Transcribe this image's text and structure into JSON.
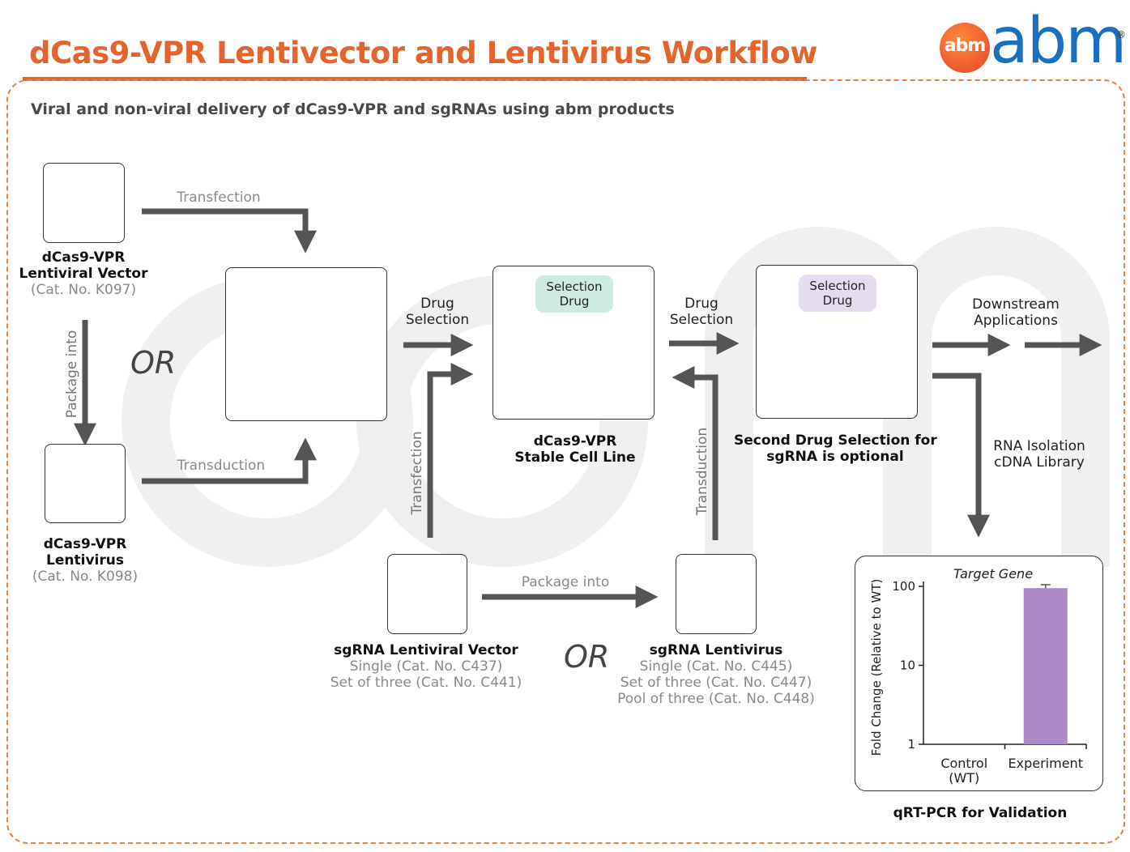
{
  "header": {
    "title": "dCas9-VPR Lentivector and Lentivirus Workflow",
    "subtitle": "Viral and non-viral delivery of dCas9-VPR and sgRNAs using abm products",
    "logo_badge": "abm",
    "logo_text": "abm",
    "registered_mark": "®"
  },
  "colors": {
    "accent": "#e5642b",
    "teal": "#4fbfa9",
    "purple": "#ab8ac6",
    "arrow": "#555555",
    "dish": "#f0a796",
    "medium": "#f27f8a"
  },
  "left_column": {
    "vector": {
      "name_line1": "dCas9-VPR",
      "name_line2": "Lentiviral Vector",
      "catalog": "(Cat. No. K097)"
    },
    "package_into": "Package into",
    "or": "OR",
    "virus": {
      "name_line1": "dCas9-VPR",
      "name_line2": "Lentivirus",
      "catalog": "(Cat. No. K098)"
    },
    "transfection": "Transfection",
    "transduction": "Transduction"
  },
  "middle": {
    "drug_selection_1_line1": "Drug",
    "drug_selection_1_line2": "Selection",
    "selection_drug_1_line1": "Selection",
    "selection_drug_1_line2": "Drug",
    "stable_line_line1": "dCas9-VPR",
    "stable_line_line2": "Stable Cell Line",
    "transfection": "Transfection",
    "transduction": "Transduction",
    "drug_selection_2_line1": "Drug",
    "drug_selection_2_line2": "Selection",
    "selection_drug_2_line1": "Selection",
    "selection_drug_2_line2": "Drug",
    "second_selection_line1": "Second Drug Selection for",
    "second_selection_line2": "sgRNA is optional"
  },
  "bottom": {
    "sg_vector": {
      "name": "sgRNA Lentiviral Vector",
      "cat1": "Single (Cat. No. C437)",
      "cat2": "Set of three (Cat. No. C441)"
    },
    "package_into": "Package into",
    "or": "OR",
    "sg_virus": {
      "name": "sgRNA Lentivirus",
      "cat1": "Single (Cat. No. C445)",
      "cat2": "Set of three (Cat. No. C447)",
      "cat3": "Pool of three (Cat. No. C448)"
    }
  },
  "right": {
    "downstream_line1": "Downstream",
    "downstream_line2": "Applications",
    "rna_line1": "RNA Isolation",
    "rna_line2": "cDNA Library",
    "validation": "qRT-PCR for Validation"
  },
  "chart_data": {
    "type": "bar",
    "title": "Target Gene",
    "ylabel": "Fold Change (Relative to WT)",
    "xlabel": "",
    "yscale": "log",
    "ylim": [
      1,
      100
    ],
    "yticks": [
      "1",
      "10",
      "100"
    ],
    "categories": [
      "Control (WT)",
      "Experiment"
    ],
    "category_lines": [
      [
        "Control",
        "(WT)"
      ],
      [
        "Experiment"
      ]
    ],
    "values": [
      1,
      95
    ],
    "error": [
      0,
      10
    ],
    "bar_color": "#ab8ac6"
  }
}
